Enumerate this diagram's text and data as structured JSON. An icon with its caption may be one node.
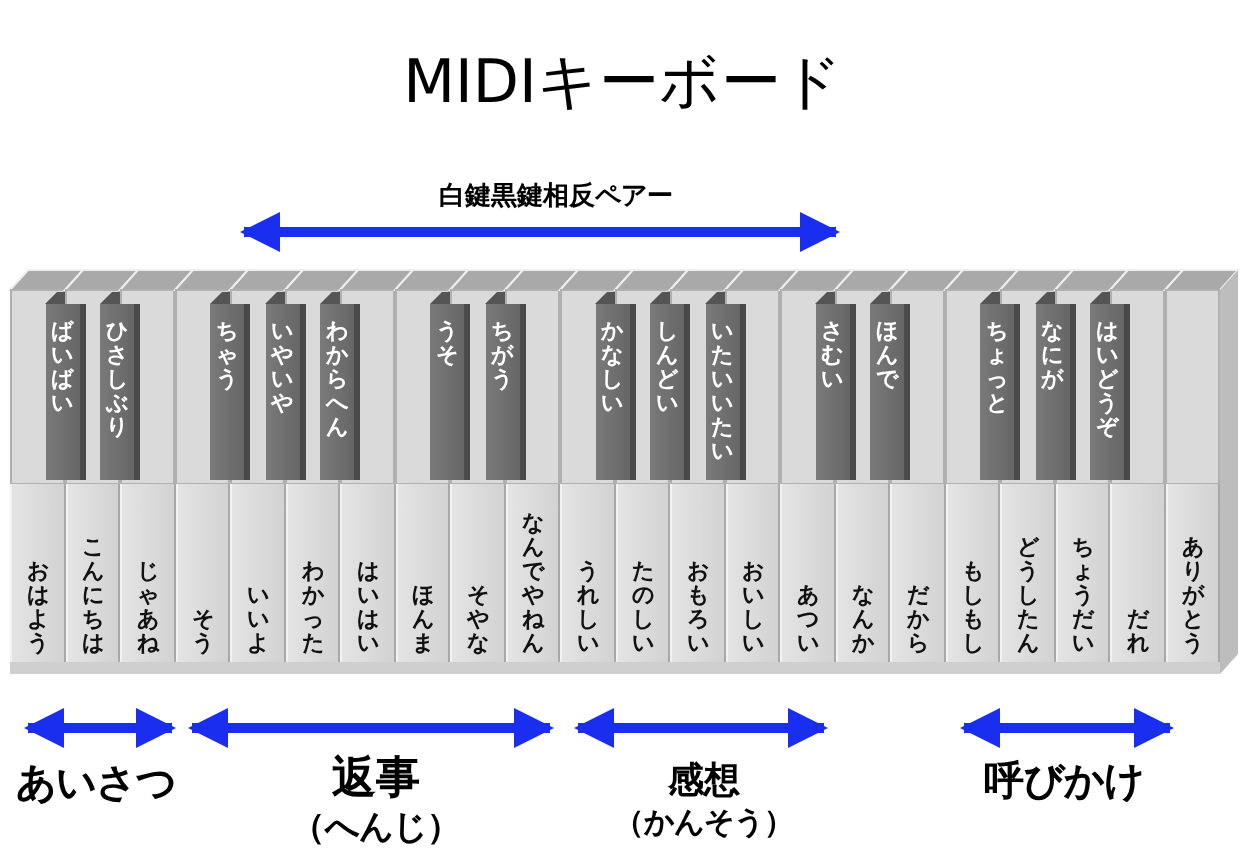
{
  "diagram": {
    "title": "MIDIキーボード",
    "nodes": [
      {
        "text": [
          "おはよう"
        ]
      },
      {
        "text": [
          "ばいばい"
        ]
      },
      {
        "text": [
          "こんにちは"
        ]
      },
      {
        "text": [
          "ひさしぶり"
        ]
      },
      {
        "text": [
          "じゃあね"
        ]
      },
      {
        "text": [
          "そう"
        ]
      },
      {
        "text": [
          "ちゃう"
        ]
      },
      {
        "text": [
          "いいよ"
        ]
      },
      {
        "text": [
          "いやいや"
        ]
      },
      {
        "text": [
          "わかった"
        ]
      },
      {
        "text": [
          "わからへん"
        ]
      },
      {
        "text": [
          "はいはい"
        ]
      },
      {
        "text": [
          "ほんま"
        ]
      },
      {
        "text": [
          "うそ"
        ]
      },
      {
        "text": [
          "そやな"
        ]
      },
      {
        "text": [
          "ちがう"
        ]
      },
      {
        "text": [
          "なんでやねん"
        ]
      },
      {
        "text": [
          "うれしい"
        ]
      },
      {
        "text": [
          "かなしい"
        ]
      },
      {
        "text": [
          "たのしい"
        ]
      },
      {
        "text": [
          "しんどい"
        ]
      },
      {
        "text": [
          "おもろい"
        ]
      },
      {
        "text": [
          "いたいいたい"
        ]
      },
      {
        "text": [
          "おいしい"
        ]
      },
      {
        "text": [
          "あつい"
        ]
      },
      {
        "text": [
          "さむい"
        ]
      },
      {
        "text": [
          "なんか"
        ]
      },
      {
        "text": [
          "ほんで"
        ]
      },
      {
        "text": [
          "だから"
        ]
      },
      {
        "text": [
          "もしもし"
        ]
      },
      {
        "text": [
          "ちょっと"
        ]
      },
      {
        "text": [
          "どうしたん"
        ]
      },
      {
        "text": [
          "なにが"
        ]
      },
      {
        "text": [
          "ちょうだい"
        ]
      },
      {
        "text": [
          "はいどうぞ"
        ]
      },
      {
        "text": [
          "だれ"
        ]
      },
      {
        "text": [
          "ありがとう"
        ]
      }
    ],
    "edges": [],
    "labels": [
      "白鍵黒鍵相反ペアー",
      "あいさつ",
      "返事",
      "（へんじ）",
      "感想",
      "（かんそう）",
      "呼びかけ"
    ]
  }
}
